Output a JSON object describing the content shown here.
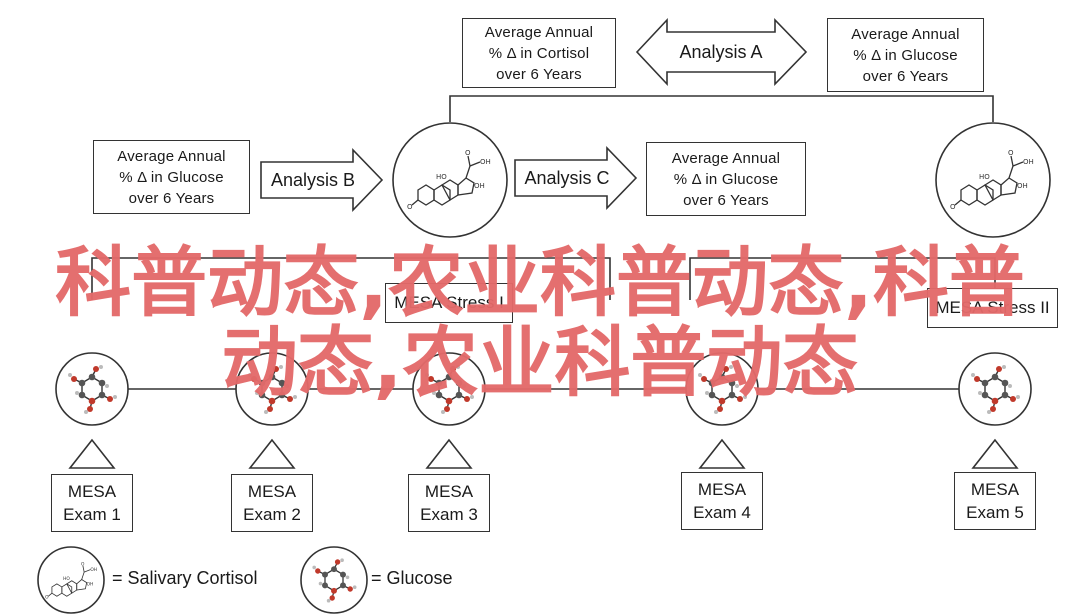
{
  "top_boxes": {
    "cortisol": "Average Annual\n% Δ in Cortisol\nover 6 Years",
    "glucose_right": "Average Annual\n% Δ in Glucose\nover 6 Years"
  },
  "middle_boxes": {
    "glucose_left": "Average Annual\n% Δ in Glucose\nover 6 Years",
    "glucose_center": "Average Annual\n% Δ in Glucose\nover 6 Years"
  },
  "analyses": {
    "a": "Analysis A",
    "b": "Analysis B",
    "c": "Analysis C"
  },
  "stress": {
    "one": "MESA Stress I",
    "two": "MESA Stress II"
  },
  "exams": [
    {
      "line1": "MESA",
      "line2": "Exam 1"
    },
    {
      "line1": "MESA",
      "line2": "Exam 2"
    },
    {
      "line1": "MESA",
      "line2": "Exam 3"
    },
    {
      "line1": "MESA",
      "line2": "Exam 4"
    },
    {
      "line1": "MESA",
      "line2": "Exam 5"
    }
  ],
  "legend": {
    "cortisol": "= Salivary Cortisol",
    "glucose": "= Glucose"
  },
  "watermark": {
    "line1": "科普动态,农业科普动态,科普",
    "line2": "动态,农业科普动态"
  }
}
